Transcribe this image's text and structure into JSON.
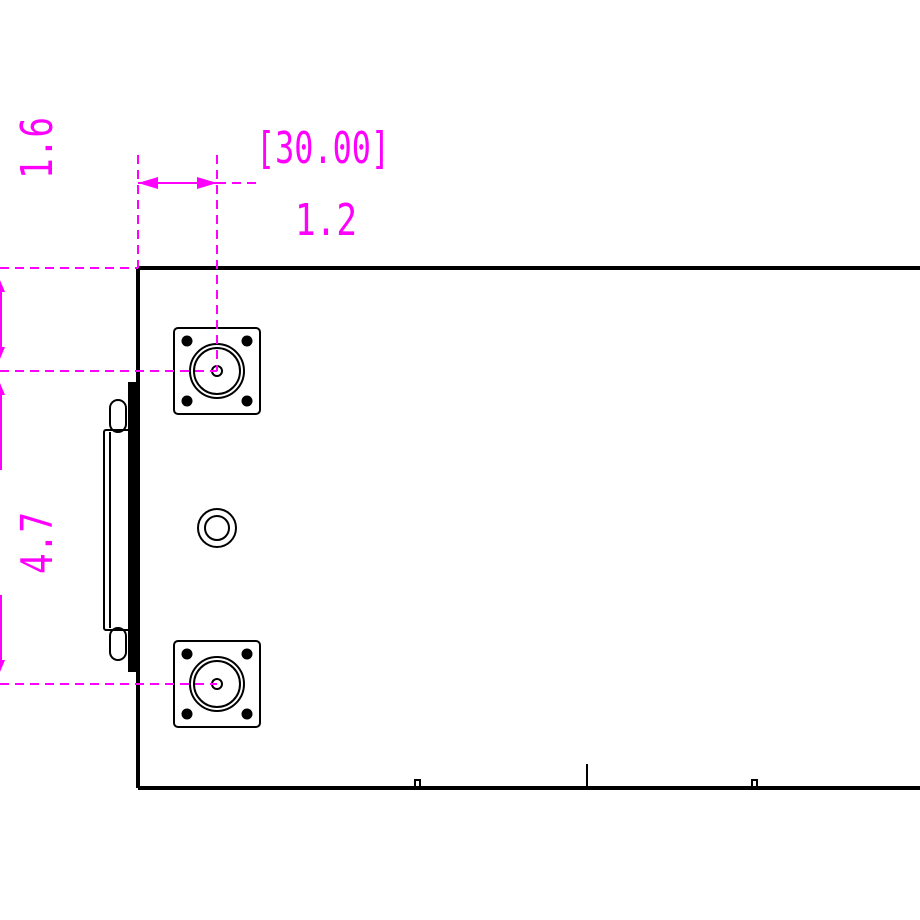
{
  "drawing": {
    "colors": {
      "dimension": "#ff00ff",
      "outline": "#000000",
      "background": "#ffffff"
    },
    "dimensions": {
      "reference_bracket": "[30.00]",
      "horizontal_offset": "1.2",
      "vertical_top": "1.6",
      "vertical_spacing": "4.7"
    },
    "connectors": [
      {
        "name": "top-flange-connector",
        "icon": "square-flange-connector-icon"
      },
      {
        "name": "bottom-flange-connector",
        "icon": "square-flange-connector-icon"
      }
    ],
    "ground_post": {
      "icon": "ring-terminal-icon"
    }
  }
}
